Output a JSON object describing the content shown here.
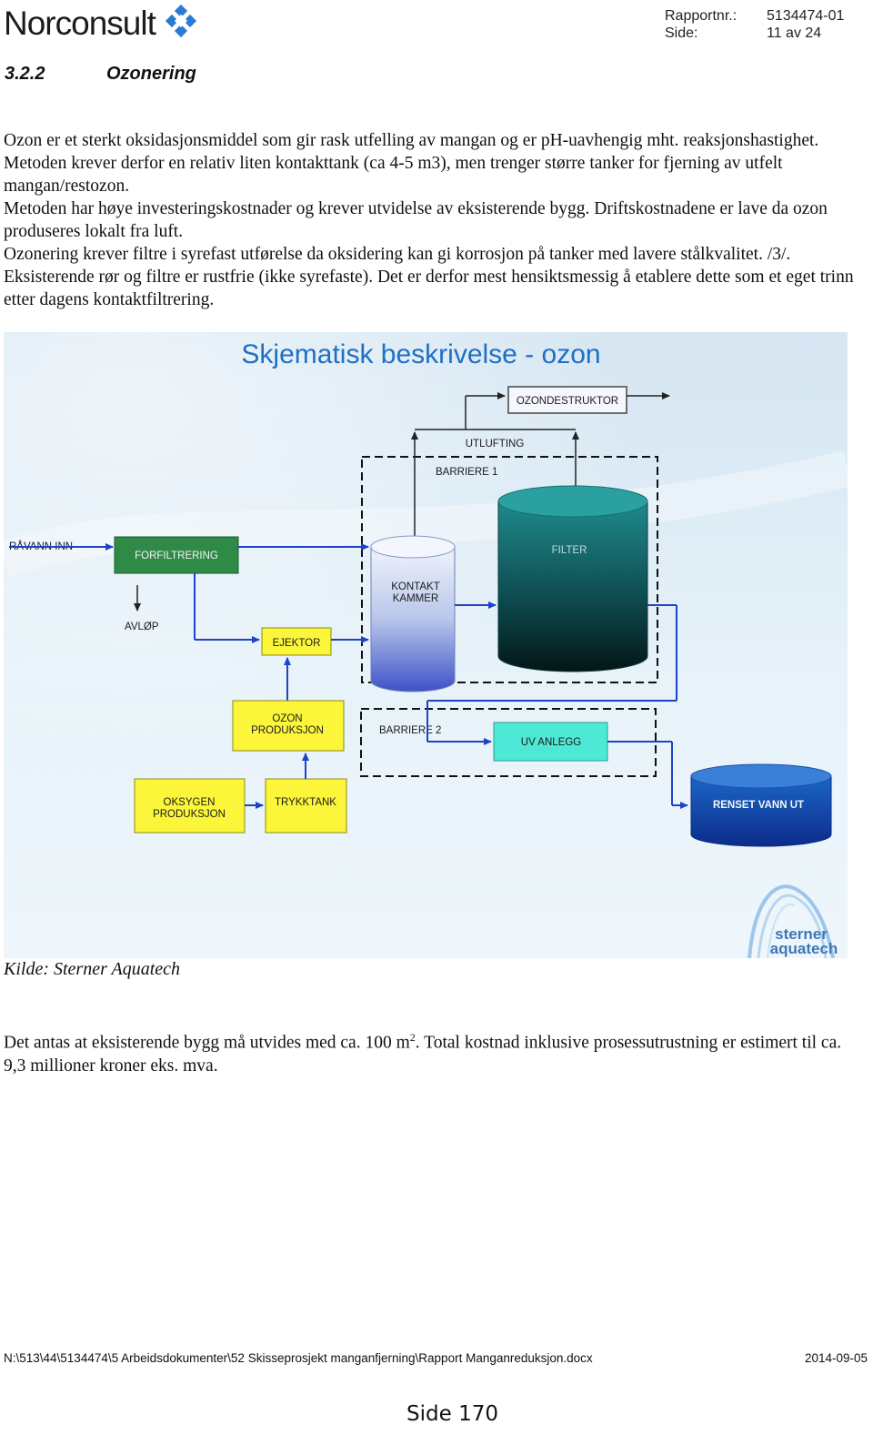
{
  "header": {
    "logo_text": "Norconsult",
    "report_label": "Rapportnr.:",
    "report_value": "5134474-01",
    "page_label": "Side:",
    "page_value": "11 av 24"
  },
  "section": {
    "number": "3.2.2",
    "title": "Ozonering"
  },
  "body": {
    "paragraph1": "Ozon er et sterkt oksidasjonsmiddel som gir rask utfelling av mangan og er pH-uavhengig mht. reaksjonshastighet. Metoden krever derfor en relativ liten kontakttank (ca 4-5 m3), men trenger større tanker for fjerning av utfelt mangan/restozon.",
    "paragraph2": "Metoden har høye investeringskostnader og krever utvidelse av eksisterende bygg. Driftskostnadene er lave da ozon produseres lokalt fra luft.",
    "paragraph3": "Ozonering krever filtre i syrefast utførelse da oksidering kan gi korrosjon på tanker med lavere stålkvalitet. /3/.  Eksisterende rør og filtre er rustfrie (ikke syrefaste). Det er derfor mest hensiktsmessig å etablere dette som et eget trinn etter dagens kontaktfiltrering."
  },
  "diagram": {
    "title": "Skjematisk beskrivelse - ozon",
    "ozondestruktor": "OZONDESTRUKTOR",
    "utlufting": "UTLUFTING",
    "barriere1": "BARRIERE 1",
    "barriere2": "BARRIERE 2",
    "ravann_inn": "RÅVANN INN",
    "forfiltrering": "FORFILTRERING",
    "avlop": "AVLØP",
    "ejektor": "EJEKTOR",
    "kontakt_line1": "KONTAKT",
    "kontakt_line2": "KAMMER",
    "filter": "FILTER",
    "ozon_line1": "OZON",
    "ozon_line2": "PRODUKSJON",
    "uv_anlegg": "UV ANLEGG",
    "oksygen_line1": "OKSYGEN",
    "oksygen_line2": "PRODUKSJON",
    "trykktank": "TRYKKTANK",
    "renset_vann": "RENSET VANN UT",
    "brand_line1": "sterner",
    "brand_line2": "aquatech",
    "colors": {
      "title": "#1f6fc4",
      "arrow": "#1e43c8",
      "green_box": "#2f8a48",
      "yellow_box": "#fbf63a",
      "cyan_box": "#4ee8d6"
    }
  },
  "caption": "Kilde: Sterner Aquatech",
  "conclusion": {
    "text_before": "Det antas at eksisterende bygg må utvides med ca. 100 m",
    "superscript": "2",
    "text_after": ". Total kostnad inklusive prosessutrustning er estimert til ca. 9,3 millioner kroner eks. mva."
  },
  "footer": {
    "path": "N:\\513\\44\\5134474\\5 Arbeidsdokumenter\\52 Skisseprosjekt manganfjerning\\Rapport Manganreduksjon.docx",
    "date": "2014-09-05",
    "page": "Side 170"
  }
}
